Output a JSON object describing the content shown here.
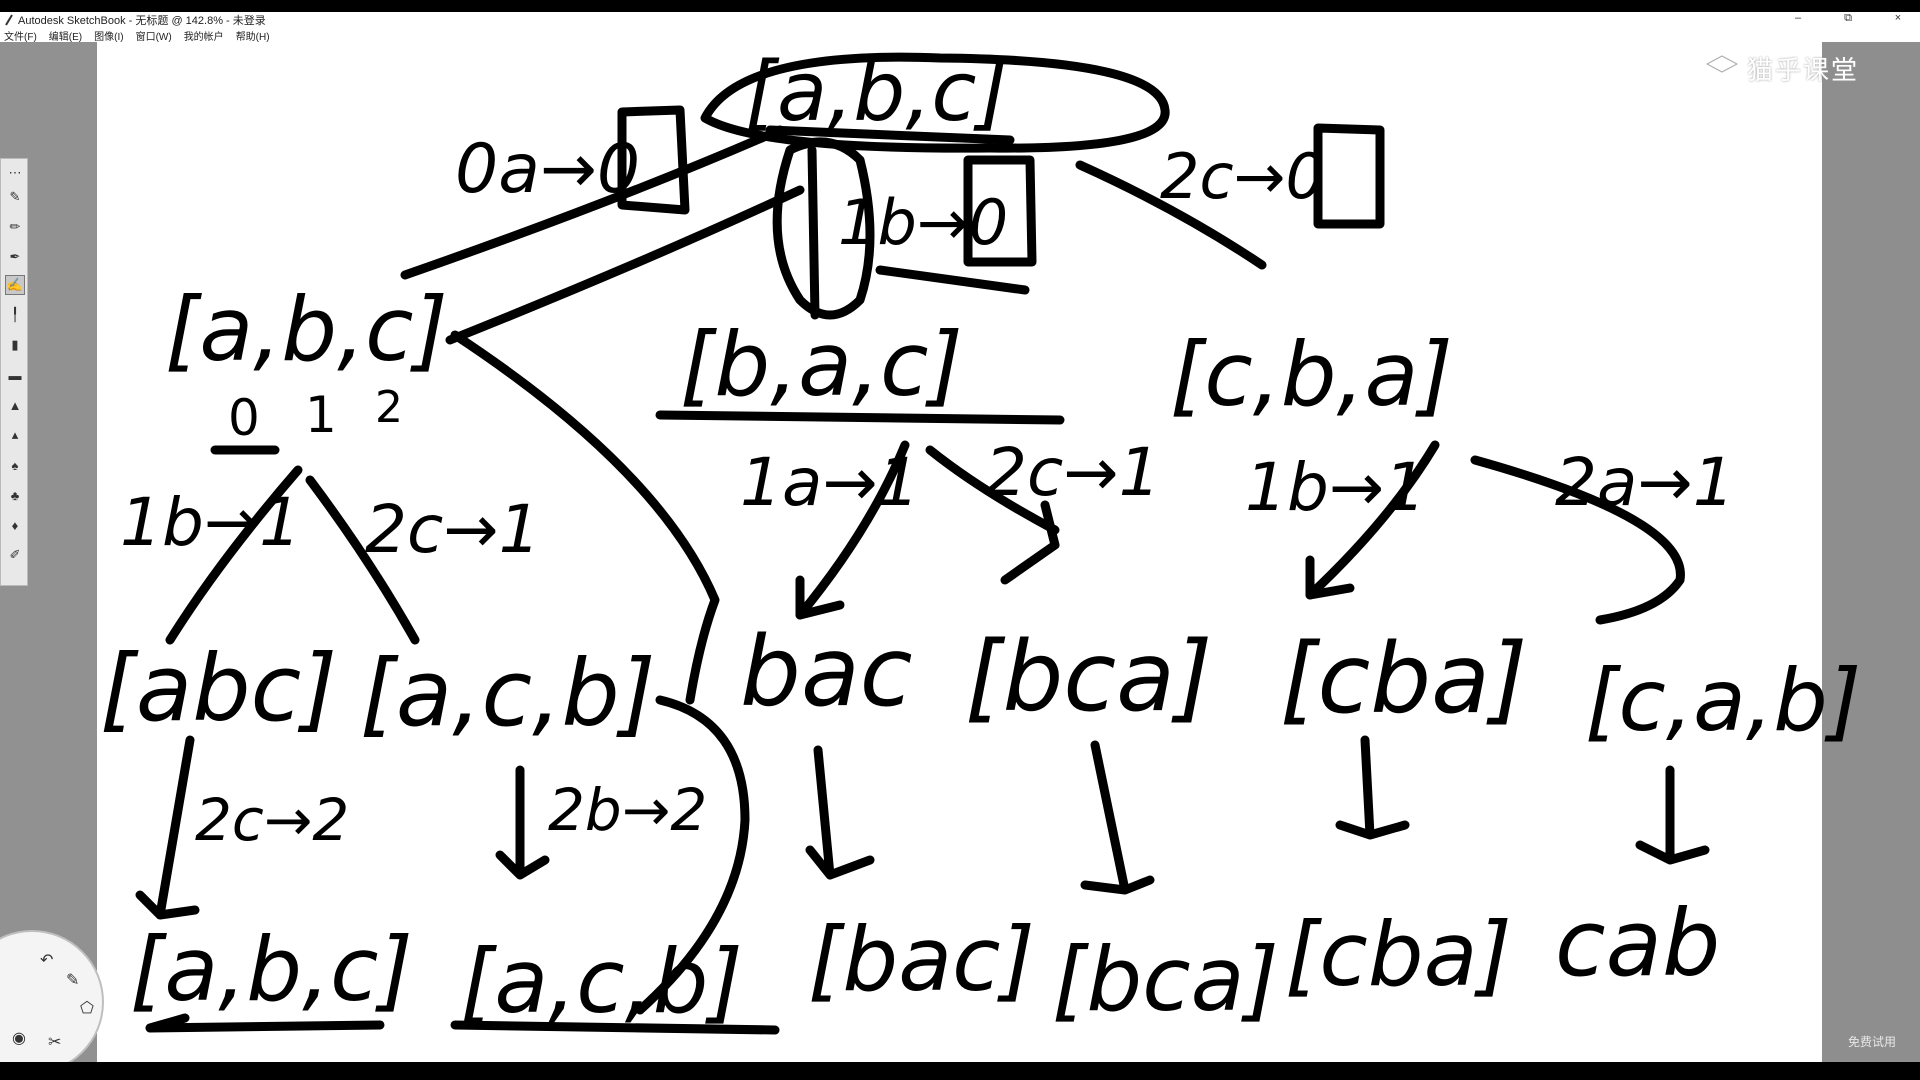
{
  "window": {
    "title": "Autodesk SketchBook - 无标题 @ 142.8% - 未登录",
    "controls": {
      "minimize": "–",
      "restore": "⧉",
      "close": "×"
    }
  },
  "menu": [
    "文件(F)",
    "编辑(E)",
    "图像(I)",
    "窗口(W)",
    "我的帐户",
    "帮助(H)"
  ],
  "watermark": {
    "brand": "猫乎课堂"
  },
  "trial_label": "免费试用",
  "sketch": {
    "root": "[a,b,c]",
    "root_step_left": "0a→0",
    "root_step_mid": "1b→0",
    "root_step_right": "2c→0",
    "level1": [
      "[a,b,c]",
      "[b,a,c]",
      "[c,b,a]"
    ],
    "index_labels": [
      "0",
      "1",
      "2"
    ],
    "level1_steps": [
      "1b→1",
      "2c→1",
      "1a→1",
      "2c→1",
      "1b→1",
      "2a→1"
    ],
    "level2": [
      "[abc]",
      "[a,c,b]",
      "bac",
      "[bca]",
      "[cba]",
      "[c,a,b]"
    ],
    "level2_steps": [
      "2c→2",
      "2b→2"
    ],
    "level3": [
      "[a,b,c]",
      "[a,c,b]",
      "[bac]",
      "[bca]",
      "[cba]",
      "cab"
    ]
  }
}
